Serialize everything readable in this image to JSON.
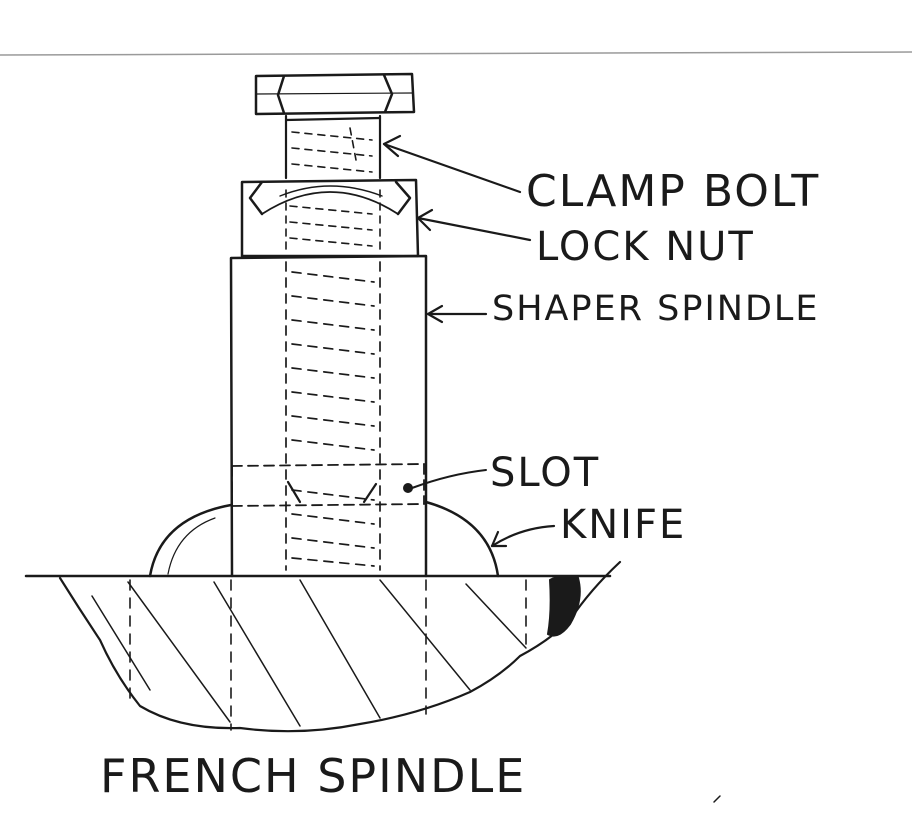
{
  "labels": {
    "clamp_bolt": "CLAMP BOLT",
    "lock_nut": "LOCK NUT",
    "shaper_spindle": "SHAPER SPINDLE",
    "slot": "SLOT",
    "knife": "KNIFE",
    "french_spindle": "FRENCH SPINDLE"
  },
  "colors": {
    "ink": "#1a1a1a",
    "paper": "#ffffff",
    "rule": "#9a9a9a"
  }
}
